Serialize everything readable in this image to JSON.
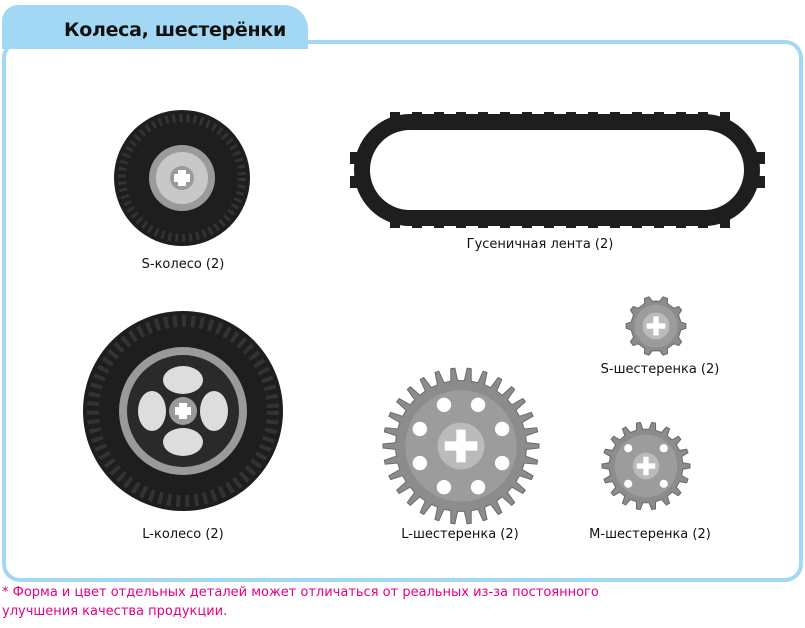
{
  "header": {
    "title": "Колеса, шестерёнки"
  },
  "parts": {
    "s_wheel": "S-колесо (2)",
    "track": "Гусеничная лента  (2)",
    "l_wheel": "L-колесо (2)",
    "s_gear": "S-шестеренка (2)",
    "l_gear": "L-шестеренка (2)",
    "m_gear": "M-шестеренка (2)"
  },
  "footnote": {
    "line1": "* Форма и цвет отдельных деталей может отличаться от реальных из-за постоянного",
    "line2": "улучшения качества продукции."
  },
  "colors": {
    "accent": "#a3d8f5",
    "footnote": "#e5007d",
    "tire": "#1e1e1e",
    "rim": "#8a8a8a"
  }
}
